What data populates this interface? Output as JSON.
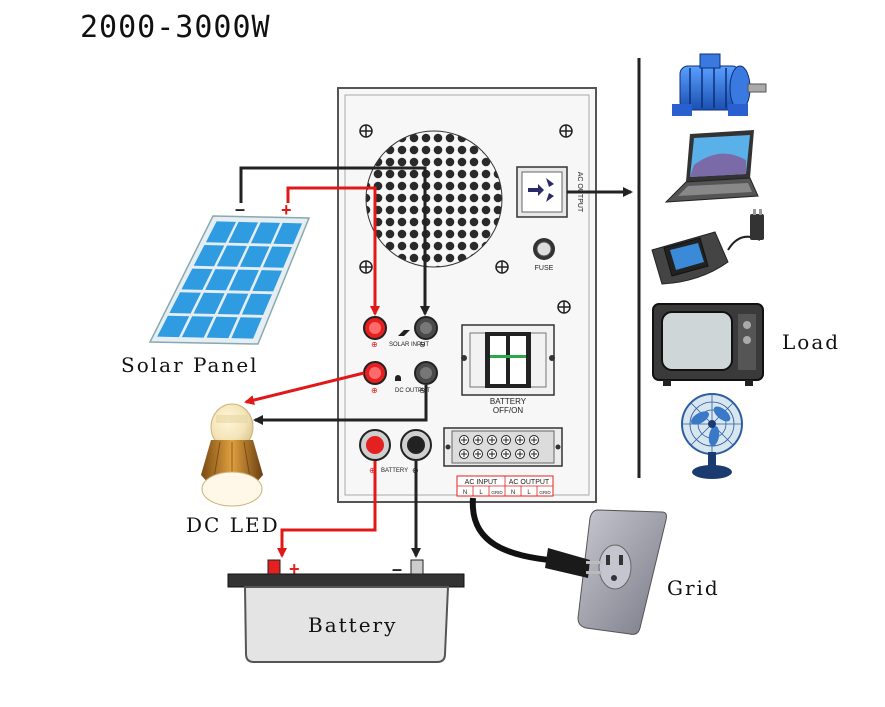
{
  "title": "2000-3000W",
  "labels": {
    "solar_panel": "Solar Panel",
    "dc_led": "DC LED",
    "battery": "Battery",
    "grid": "Grid",
    "load": "Load"
  },
  "inverter": {
    "solar_input": "SOLAR INPUT",
    "dc_output": "DC OUTPUT",
    "battery": "BATTERY",
    "battery_switch_line1": "BATTERY",
    "battery_switch_line2": "OFF/ON",
    "ac_output": "AC OUTPUT",
    "fuse": "FUSE",
    "terminal_ac_input": "AC INPUT",
    "terminal_ac_output": "AC OUTPUT",
    "terminal_n1": "N",
    "terminal_l1": "L",
    "terminal_grid1": "GRID",
    "terminal_n2": "N",
    "terminal_l2": "L",
    "terminal_grid2": "GRID"
  },
  "polarity": {
    "solar_minus": "–",
    "solar_plus": "+",
    "battery_plus": "+",
    "battery_minus": "–"
  },
  "colors": {
    "positive_wire": "#e01818",
    "negative_wire": "#222222",
    "solar_cell": "#2f9be0",
    "terminal_red": "#e42020"
  }
}
